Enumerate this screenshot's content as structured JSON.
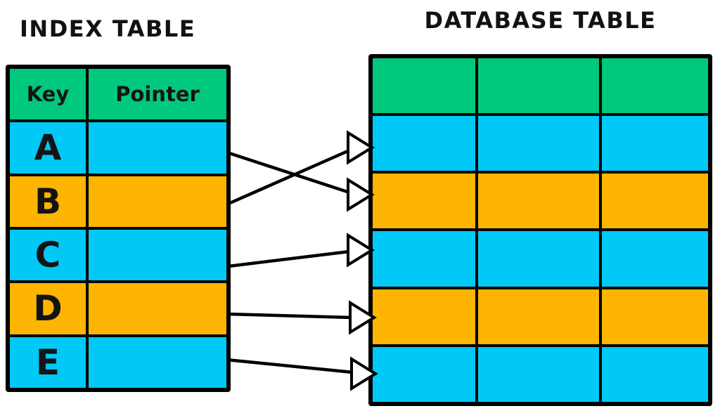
{
  "index_table": {
    "title": "INDEX TABLE",
    "headers": {
      "key": "Key",
      "pointer": "Pointer"
    },
    "rows": [
      {
        "key": "A",
        "pointer": "",
        "color": "cyan"
      },
      {
        "key": "B",
        "pointer": "",
        "color": "orange"
      },
      {
        "key": "C",
        "pointer": "",
        "color": "cyan"
      },
      {
        "key": "D",
        "pointer": "",
        "color": "orange"
      },
      {
        "key": "E",
        "pointer": "",
        "color": "cyan"
      }
    ]
  },
  "database_table": {
    "title": "DATABASE TABLE",
    "column_count": 3,
    "rows": [
      {
        "label": "header-row",
        "color": "green"
      },
      {
        "label": "data-row-1",
        "color": "cyan"
      },
      {
        "label": "data-row-2",
        "color": "orange"
      },
      {
        "label": "data-row-3",
        "color": "cyan"
      },
      {
        "label": "data-row-4",
        "color": "orange"
      },
      {
        "label": "data-row-5",
        "color": "cyan"
      }
    ]
  },
  "arrows": [
    {
      "from_key": "A",
      "to_db_row": 2
    },
    {
      "from_key": "B",
      "to_db_row": 1
    },
    {
      "from_key": "C",
      "to_db_row": 3
    },
    {
      "from_key": "D",
      "to_db_row": 4
    },
    {
      "from_key": "E",
      "to_db_row": 5
    }
  ],
  "colors": {
    "green": "#00C97D",
    "cyan": "#00C9F7",
    "orange": "#FDB501",
    "line": "#000000",
    "background": "#FFFFFF"
  }
}
